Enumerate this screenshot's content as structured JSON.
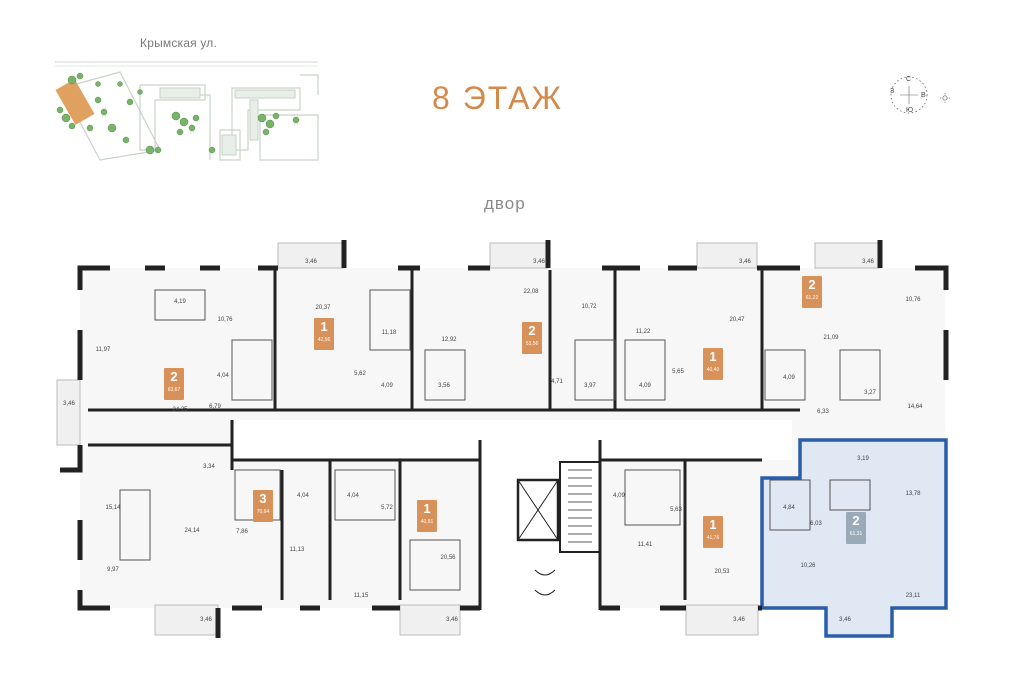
{
  "header": {
    "street": "Крымская ул.",
    "floor_title": "8 ЭТАЖ",
    "yard_label": "двор"
  },
  "compass": {
    "n": "С",
    "s": "Ю",
    "e": "В",
    "w": "З"
  },
  "colors": {
    "badge": "#d9915a",
    "selected_outline": "#2a5ea8",
    "selected_fill": "#dfe8f3",
    "wall": "#222222",
    "title": "#d4894a",
    "tree": "#79b36a",
    "building_marker": "#e0a060"
  },
  "selected_apartment": {
    "rooms": "2",
    "area": "61,31"
  },
  "apartments": [
    {
      "rooms": "2",
      "area": "63,67"
    },
    {
      "rooms": "1",
      "area": "42,56"
    },
    {
      "rooms": "2",
      "area": "53,56"
    },
    {
      "rooms": "1",
      "area": "40,40"
    },
    {
      "rooms": "2",
      "area": "61,22"
    },
    {
      "rooms": "3",
      "area": "70,64"
    },
    {
      "rooms": "1",
      "area": "40,91"
    },
    {
      "rooms": "1",
      "area": "41,76"
    },
    {
      "rooms": "2",
      "area": "61,31"
    }
  ],
  "room_areas": [
    "3,46",
    "4,19",
    "10,76",
    "11,97",
    "4,04",
    "6,79",
    "24,25",
    "3,46",
    "20,37",
    "11,18",
    "5,62",
    "4,09",
    "3,46",
    "22,08",
    "12,92",
    "10,72",
    "3,56",
    "4,71",
    "3,97",
    "11,22",
    "3,46",
    "20,47",
    "4,09",
    "5,65",
    "3,46",
    "10,76",
    "21,09",
    "4,09",
    "3,27",
    "6,33",
    "14,64",
    "3,34",
    "15,14",
    "24,14",
    "9,97",
    "3,46",
    "4,04",
    "7,86",
    "11,13",
    "4,04",
    "5,72",
    "11,15",
    "20,56",
    "3,46",
    "4,09",
    "5,63",
    "11,41",
    "20,53",
    "3,46",
    "3,19",
    "13,78",
    "4,84",
    "6,03",
    "10,26",
    "23,11",
    "3,46"
  ]
}
